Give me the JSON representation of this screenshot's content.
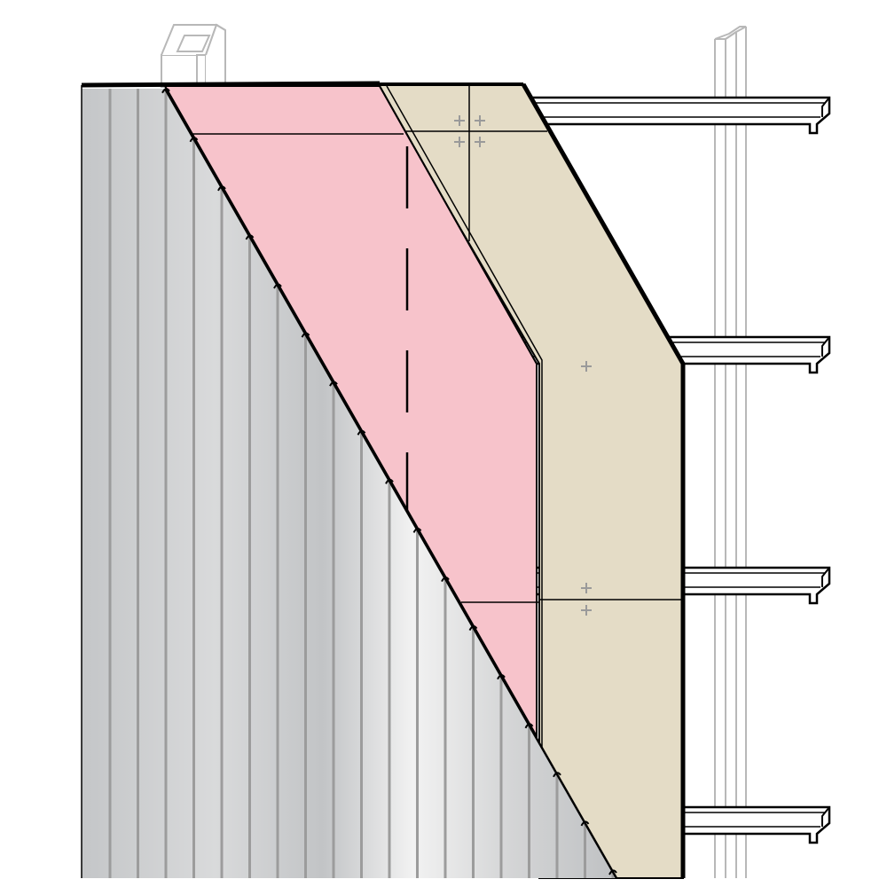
{
  "diagram": {
    "layers": [
      {
        "id": "corrugated-cladding",
        "color": "#c9cbcd"
      },
      {
        "id": "insulation-board",
        "color": "#f7c3cb"
      },
      {
        "id": "sheathing-board",
        "color": "#e4dcc6"
      },
      {
        "id": "steel-girts",
        "color": "#ffffff"
      },
      {
        "id": "steel-column",
        "color": "#ffffff"
      }
    ],
    "colors": {
      "outline": "#000000",
      "ghost_outline": "#b8b8b8",
      "rib": "#9c9c9c",
      "fastener": "#9a9a9a"
    },
    "girt_count": 4,
    "rib_count": 19
  }
}
